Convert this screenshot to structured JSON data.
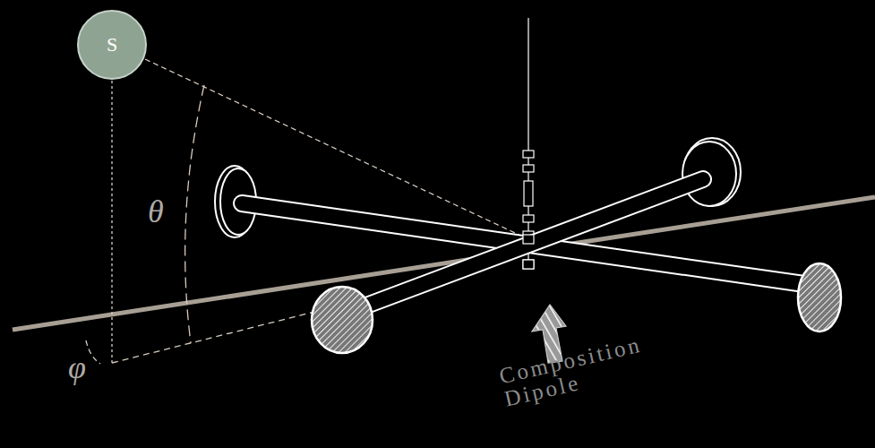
{
  "diagram": {
    "nodes": [
      {
        "text": [
          "S"
        ]
      }
    ],
    "labels": [
      "θ",
      "φ",
      "Composition Dipole"
    ]
  }
}
